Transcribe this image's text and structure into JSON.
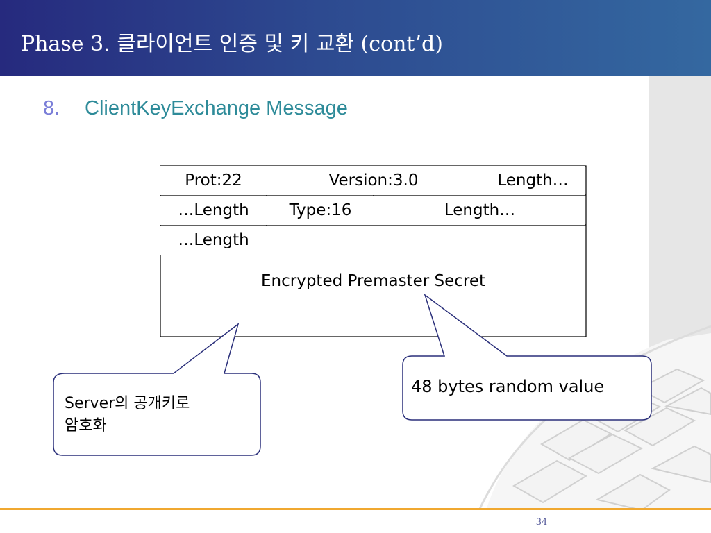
{
  "slide": {
    "title": "Phase 3. 클라이언트 인증 및 키 교환 (cont’d)",
    "item_number": "8.",
    "item_title": "ClientKeyExchange Message",
    "page_number": "34"
  },
  "packet": {
    "row1": [
      "Prot:22",
      "Version:3.0",
      "Length…"
    ],
    "row2": [
      "…Length",
      "Type:16",
      "Length…"
    ],
    "row3": [
      "…Length"
    ],
    "payload": "Encrypted Premaster Secret"
  },
  "callouts": {
    "left_line1": "Server의 공개키로",
    "left_line2": "암호화",
    "right": "48 bytes random value"
  },
  "colors": {
    "header": "#2d4a90",
    "subtitle": "#2e8b99",
    "number": "#7a7ed8",
    "callout_border": "#2a2f7a",
    "footer_line": "#f0a830"
  }
}
